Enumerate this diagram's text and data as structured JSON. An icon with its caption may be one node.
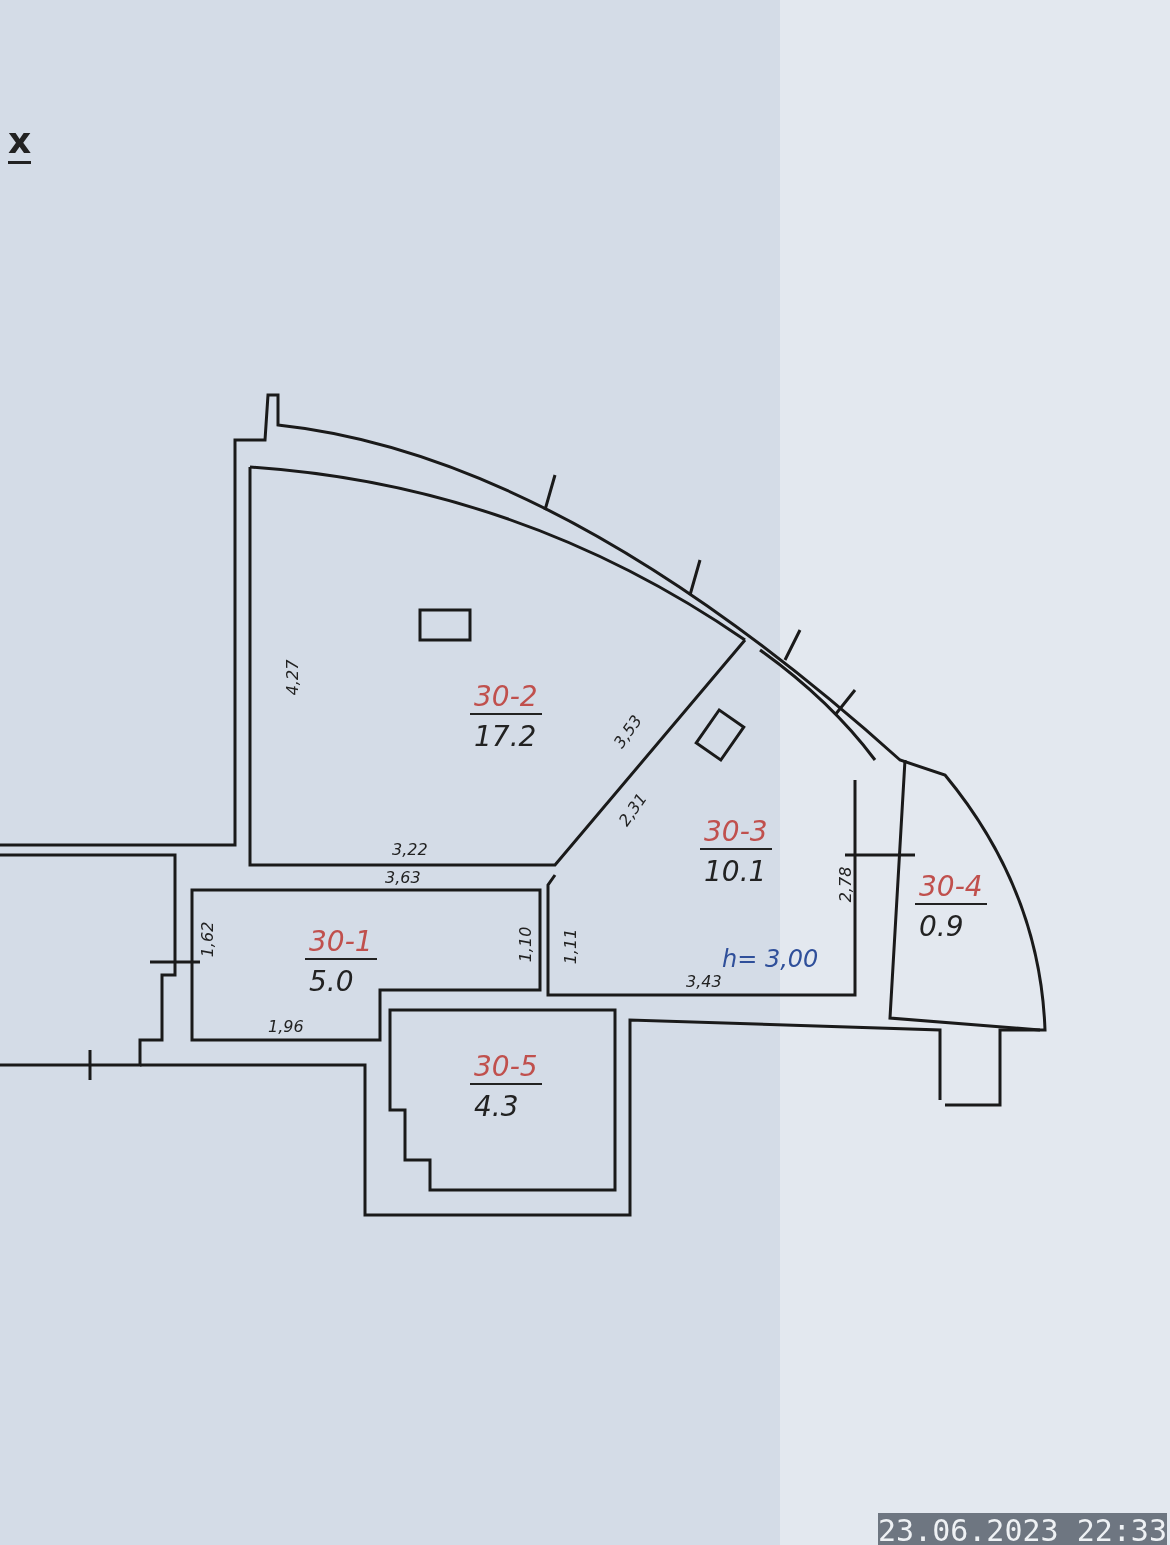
{
  "diagram": {
    "nodes": [
      {
        "text": [
          "30-2",
          "17.2"
        ]
      },
      {
        "text": [
          "30-3",
          "10.1"
        ]
      },
      {
        "text": [
          "30-4",
          "0.9"
        ]
      },
      {
        "text": [
          "30-1",
          "5.0"
        ]
      },
      {
        "text": [
          "30-5",
          "4.3"
        ]
      }
    ],
    "labels": [
      "x",
      "4,27",
      "3,53",
      "3,22",
      "2,31",
      "2,78",
      "h= 3,00",
      "3,63",
      "1,62",
      "1,10",
      "1,11",
      "1,96",
      "3,43",
      "23.06.2023 22:33"
    ]
  }
}
